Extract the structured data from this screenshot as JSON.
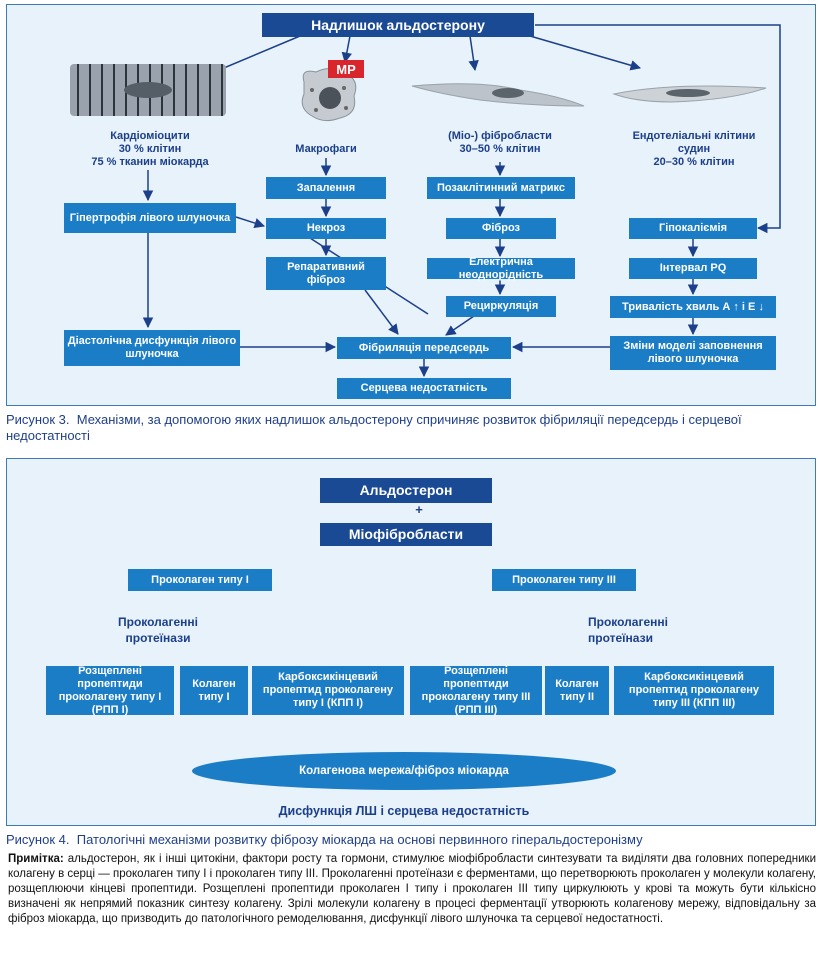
{
  "fig3": {
    "top": "Надлишок альдостерону",
    "mp": "МР",
    "cells": {
      "cardio": [
        "Кардіоміоцити",
        "30 % клітин",
        "75 % тканин міокарда"
      ],
      "macro": [
        "Макрофаги"
      ],
      "fibro": [
        "(Міо-) фібробласти",
        "30–50 % клітин"
      ],
      "endo": [
        "Ендотеліальні клітини",
        "судин",
        "20–30 % клітин"
      ]
    },
    "boxes": {
      "hypertrophy": "Гіпертрофія лівого шлуночка",
      "diastolic": "Діастолічна дисфункція лівого шлуночка",
      "inflammation": "Запалення",
      "necrosis": "Некроз",
      "reparative": "Репаративний фіброз",
      "matrix": "Позаклітинний матрикс",
      "fibrosis": "Фіброз",
      "inhomogeneity": "Електрична неоднорідність",
      "recirculation": "Рециркуляція",
      "hypokalemia": "Гіпокаліємія",
      "pq": "Інтервал PQ",
      "waves": "Тривалість хвиль А ↑ і Е ↓",
      "filling": "Зміни моделі заповнення лівого шлуночка",
      "af": "Фібриляція передсердь",
      "hf": "Серцева недостатність"
    },
    "caption_prefix": "Рисунок 3.",
    "caption": "Механізми, за допомогою яких надлишок альдостерону спричиняє розвиток фібриляції передсердь і серцевої недостатності"
  },
  "fig4": {
    "aldo": "Альдостерон",
    "plus": "+",
    "myo": "Міофібробласти",
    "proc1": "Проколаген типу I",
    "proc3": "Проколаген типу III",
    "proteinases_left": "Проколагенні протеїнази",
    "proteinases_right": "Проколагенні протеїнази",
    "leaf": {
      "rpp1": "Розщеплені пропептиди проколагену типу I (РПП I)",
      "col1": "Колаген типу I",
      "kpp1": "Карбоксикінцевий пропептид проколагену типу I (КПП I)",
      "rpp3": "Розщеплені пропептиди проколагену типу III (РПП III)",
      "col2": "Колаген типу II",
      "kpp3": "Карбоксикінцевий пропептид проколагену типу III (КПП III)"
    },
    "network": "Колагенова мережа/фіброз міокарда",
    "result": "Дисфункція ЛШ і серцева недостатність",
    "caption_prefix": "Рисунок 4.",
    "caption": "Патологічні механізми розвитку фіброзу міокарда на основі первинного гіперальдостеронізму",
    "note_label": "Примітка:",
    "note": "альдостерон, як і інші цитокіни, фактори росту та гормони, стимулює міофібробласти синтезувати та виділяти два головних попередники колагену в серці — проколаген типу I і проколаген типу III. Проколагенні протеїнази є ферментами, що перетворюють проколаген у молекули колагену, розщеплюючи кінцеві пропептиди. Розщеплені пропептиди проколаген I типу і проколаген III типу циркулюють у крові та можуть бути кількісно визначені як непрямий показник синтезу колагену. Зрілі молекули колагену в процесі ферментації утворюють колагенову мережу, відповідальну за фіброз міокарда, що призводить до патологічного ремоделювання, дисфункції лівого шлуночка та серцевої недостатності."
  },
  "colors": {
    "box": "#1c7dc7",
    "dark": "#1b4a94",
    "panel": "#e8f2fb",
    "arrow": "#1b3f8a"
  }
}
